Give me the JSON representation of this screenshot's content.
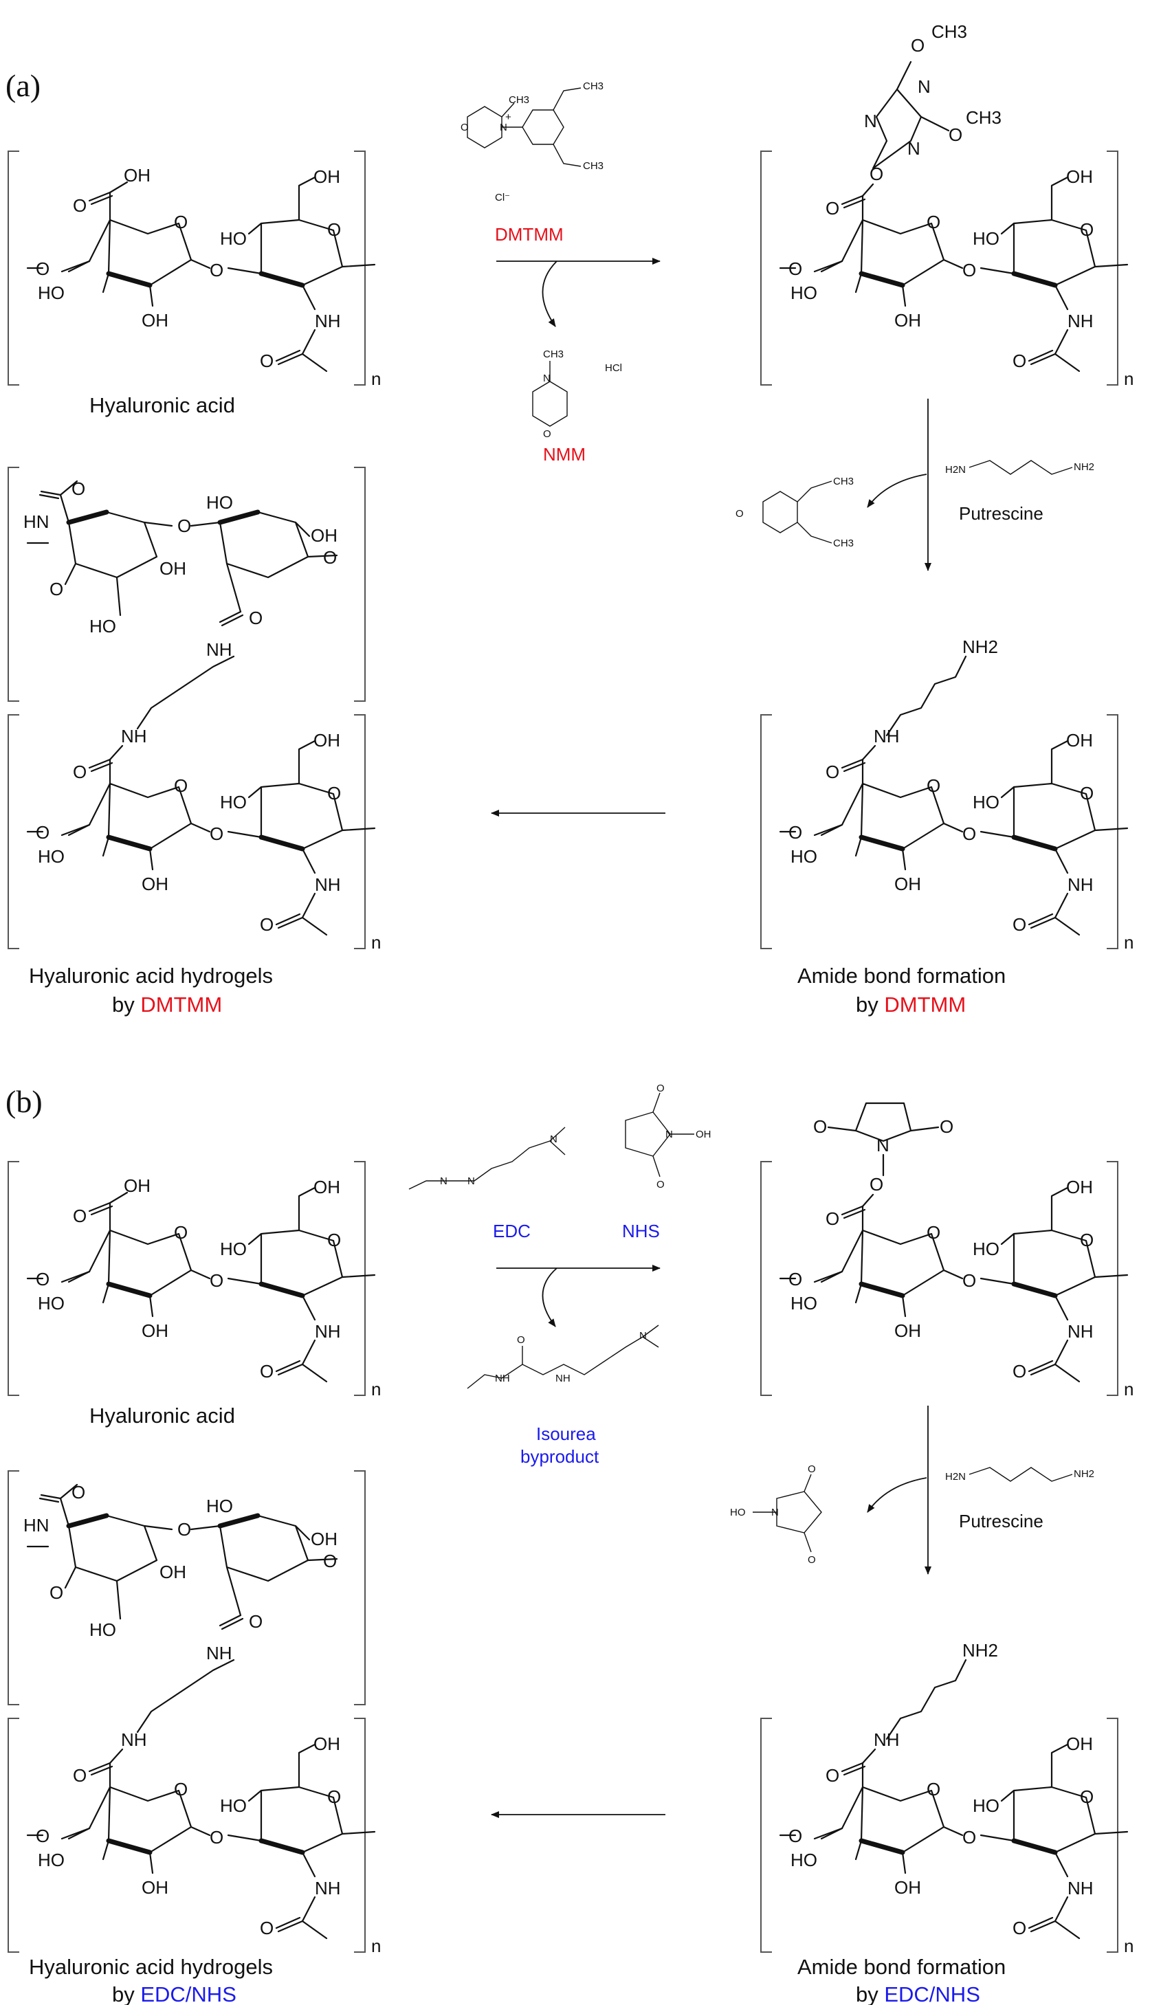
{
  "colors": {
    "dmtmm": "#e8101a",
    "edc": "#1a1aee",
    "text": "#111111"
  },
  "atoms": {
    "OH": "OH",
    "HO": "HO",
    "O": "O",
    "NH": "NH",
    "HN": "HN",
    "N": "N",
    "n": "n",
    "CH3": "CH3",
    "NH2": "NH2",
    "H2N": "H2N",
    "Cl": "Cl⁻",
    "HCl": "HCl",
    "plus": "+"
  },
  "panel_a": {
    "label": "(a)",
    "reagent_top": "DMTMM",
    "byproduct": "NMM",
    "amine": "Putrescine",
    "start_caption": "Hyaluronic acid",
    "intermediate_caption_line1": "Amide bond formation",
    "intermediate_caption_by": "by ",
    "intermediate_caption_reagent": "DMTMM",
    "product_caption_line1": "Hyaluronic acid hydrogels",
    "product_caption_by": "by ",
    "product_caption_reagent": "DMTMM"
  },
  "panel_b": {
    "label": "(b)",
    "reagent_1": "EDC",
    "reagent_2": "NHS",
    "byproduct_line1": "Isourea",
    "byproduct_line2": "byproduct",
    "amine": "Putrescine",
    "start_caption": "Hyaluronic acid",
    "intermediate_caption_line1": "Amide bond formation",
    "intermediate_caption_by": "by ",
    "intermediate_caption_reagent": "EDC/NHS",
    "product_caption_line1": "Hyaluronic acid hydrogels",
    "product_caption_by": "by ",
    "product_caption_reagent": "EDC/NHS"
  }
}
